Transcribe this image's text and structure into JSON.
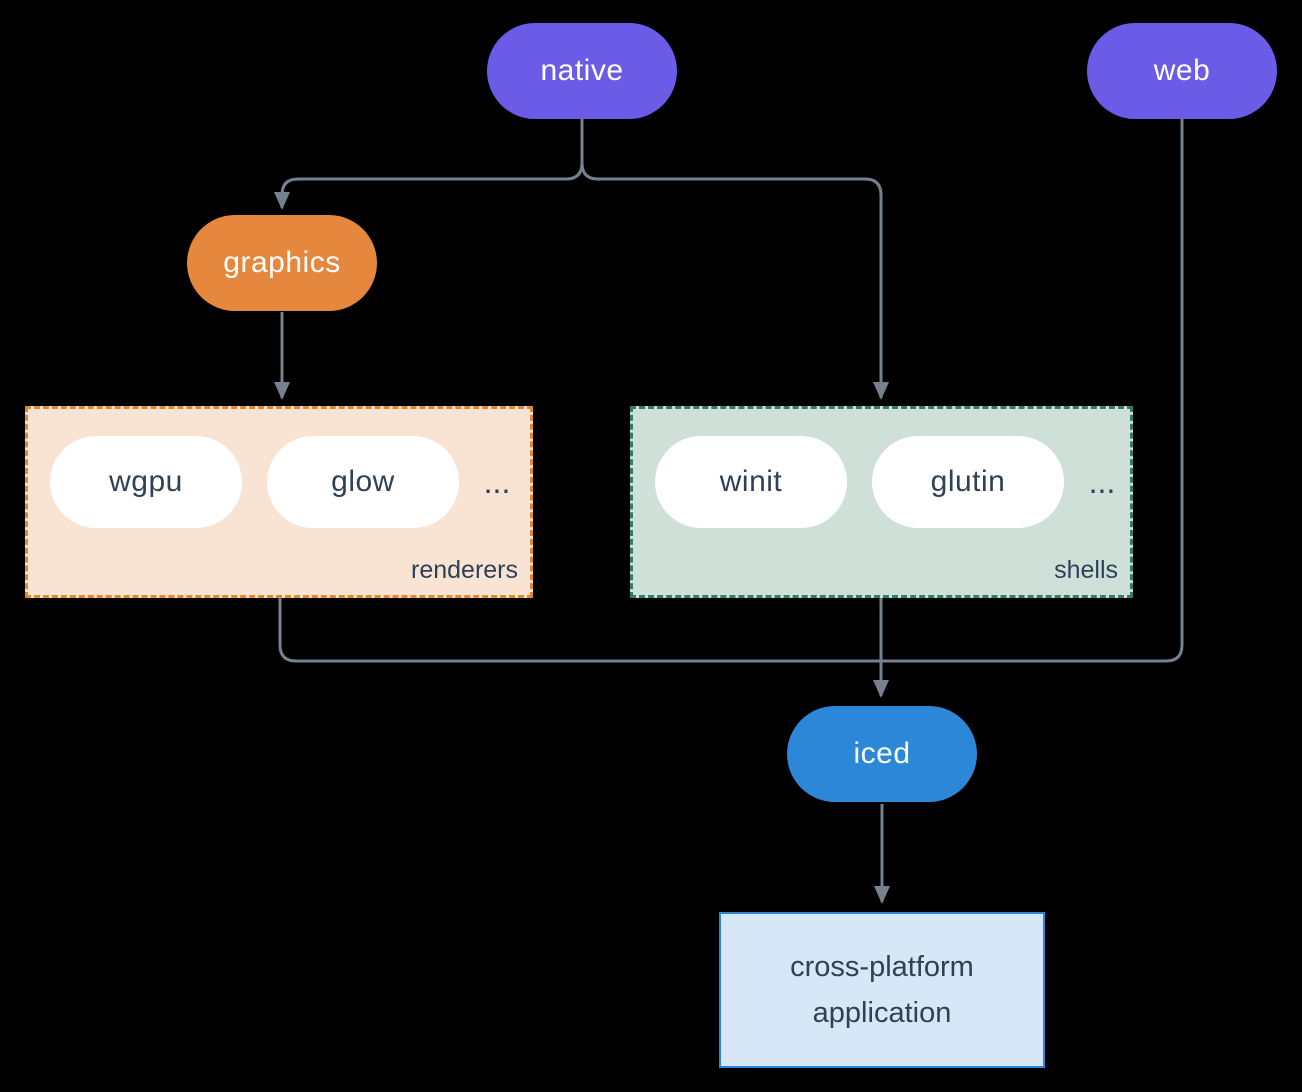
{
  "diagram": {
    "nodes": {
      "native": "native",
      "web": "web",
      "graphics": "graphics",
      "iced": "iced",
      "application": "cross-platform application"
    },
    "groups": {
      "renderers": {
        "label": "renderers",
        "items": [
          "wgpu",
          "glow"
        ],
        "ellipsis": "..."
      },
      "shells": {
        "label": "shells",
        "items": [
          "winit",
          "glutin"
        ],
        "ellipsis": "..."
      }
    },
    "colors": {
      "background": "#000000",
      "purple_pill": "#6B5CE8",
      "orange_pill": "#E5873C",
      "blue_pill": "#2D87D8",
      "white_pill": "#FFFFFF",
      "renderers_fill": "#F9E4D4",
      "renderers_border": "#E0872F",
      "shells_fill": "#CFE0D9",
      "shells_border": "#2F7D6D",
      "app_fill": "#D7E7F7",
      "app_border": "#2E86D8",
      "connector": "#76818F",
      "dark_text": "#2F4156"
    }
  }
}
